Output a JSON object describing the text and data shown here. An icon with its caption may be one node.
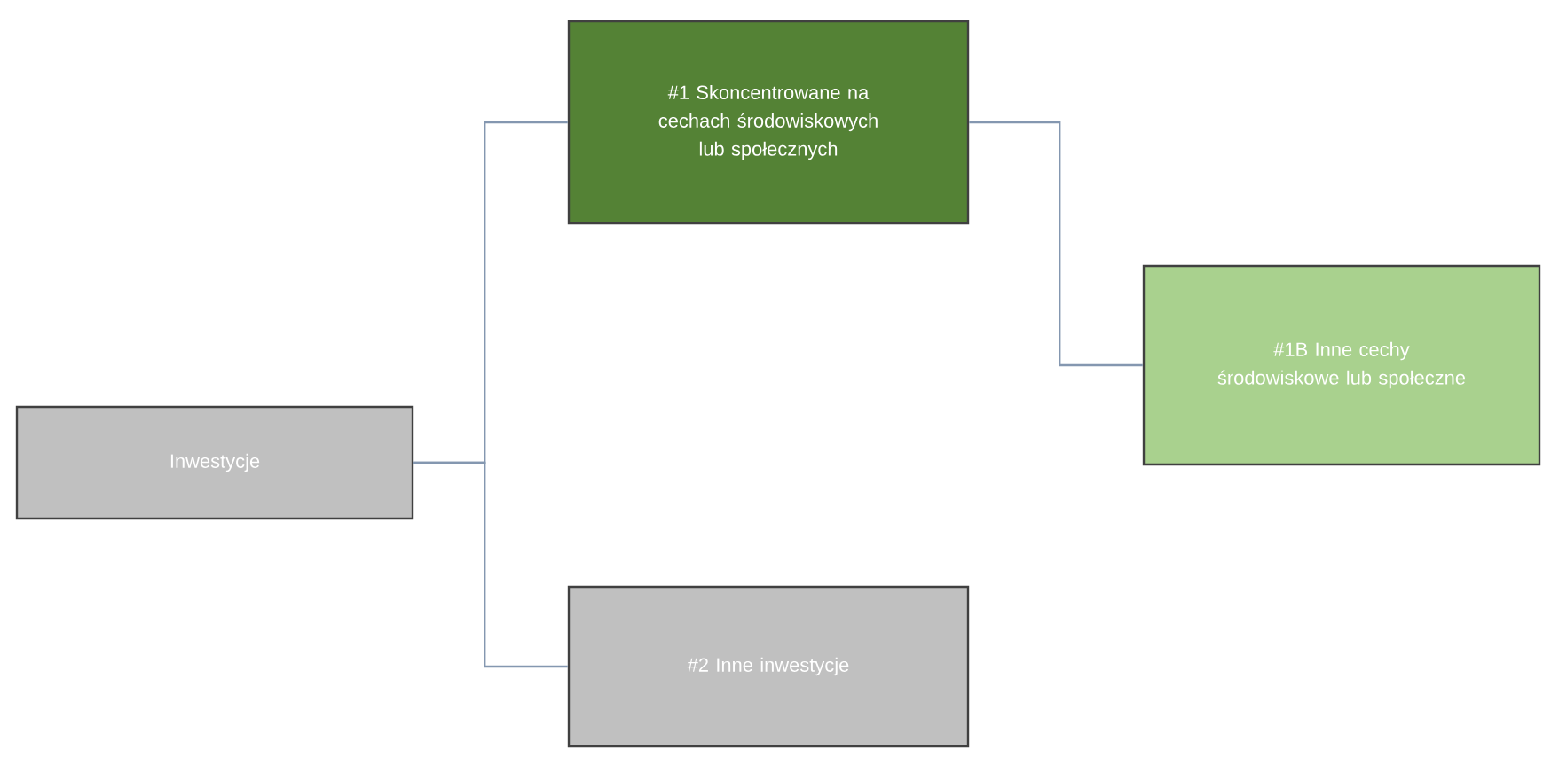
{
  "diagram": {
    "nodes": [
      {
        "text": [
          "Inwestycje"
        ]
      },
      {
        "text": [
          "#1 Skoncentrowane na cechach środowiskowych lub społecznych"
        ]
      },
      {
        "text": [
          "#1B Inne cechy środowiskowe lub społeczne"
        ]
      },
      {
        "text": [
          "#2 Inne inwestycje"
        ]
      }
    ],
    "edges": [
      {
        "from": 0,
        "to": 1,
        "arrow": "none"
      },
      {
        "from": 1,
        "to": 2,
        "arrow": "none"
      },
      {
        "from": 0,
        "to": 3,
        "arrow": "none"
      }
    ]
  }
}
